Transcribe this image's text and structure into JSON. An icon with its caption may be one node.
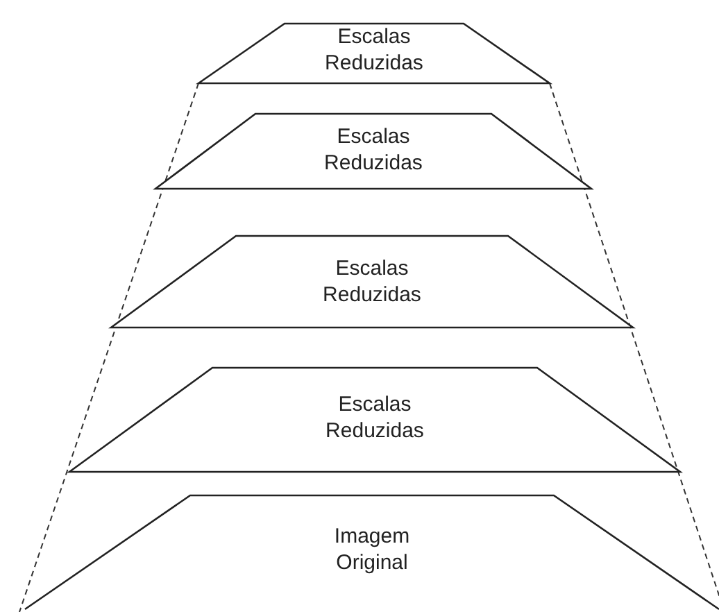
{
  "diagram": {
    "nodes": [
      {
        "text": [
          "Escalas Reduzidas"
        ]
      },
      {
        "text": [
          "Escalas Reduzidas"
        ]
      },
      {
        "text": [
          "Escalas Reduzidas"
        ]
      },
      {
        "text": [
          "Escalas Reduzidas"
        ]
      },
      {
        "text": [
          "Imagem Original"
        ]
      }
    ]
  }
}
